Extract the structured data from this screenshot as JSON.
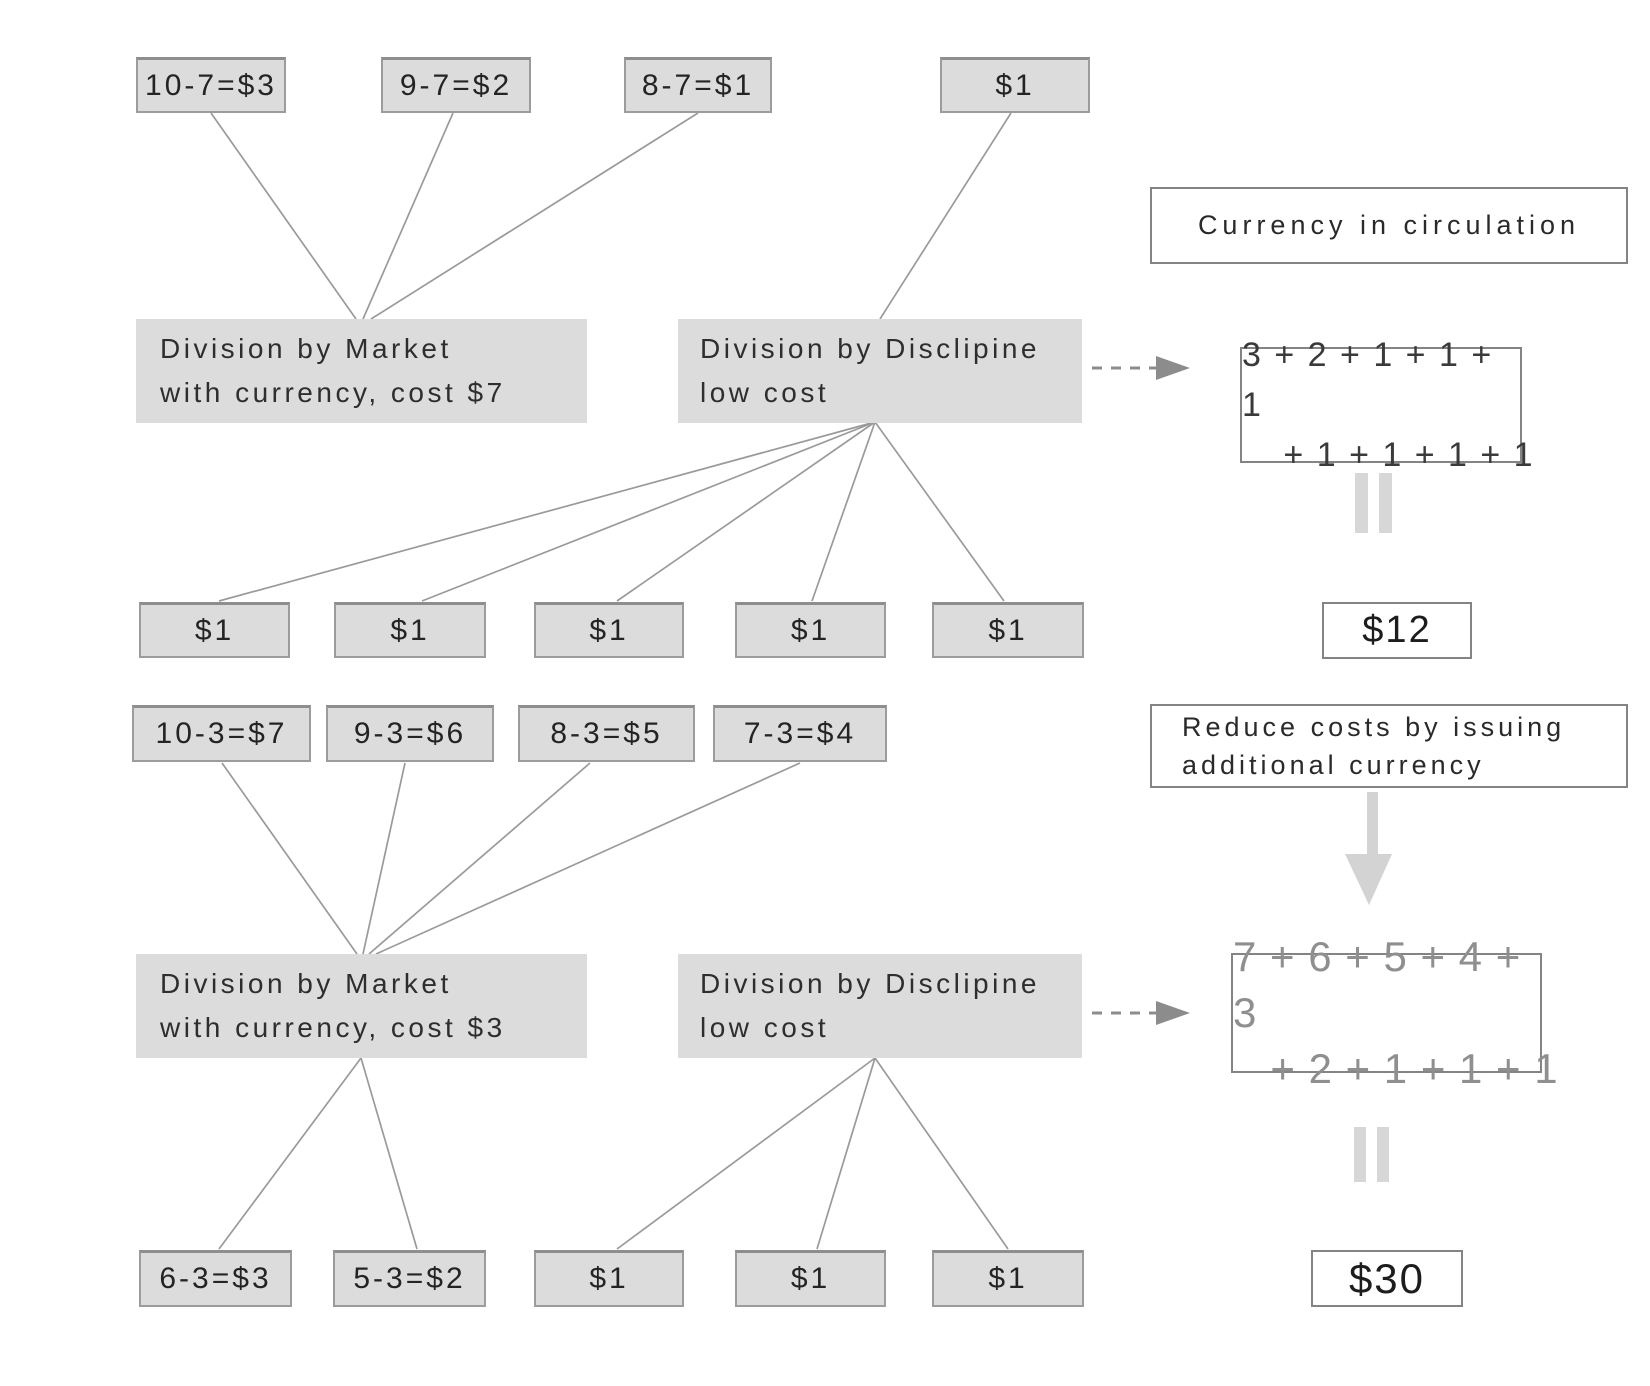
{
  "colors": {
    "node_fill": "#dcdcdc",
    "node_border": "#9c9c9c",
    "connector_gray": "#9a9a9a",
    "dashed_arrow_gray": "#8c8c8c",
    "light_arrow_gray": "#d3d3d3",
    "equation_muted_gray": "#8f8f8f",
    "text_dark": "#262626"
  },
  "top_row": [
    "10-7=$3",
    "9-7=$2",
    "8-7=$1",
    "$1"
  ],
  "division_row1": {
    "market_line1": "Division by Market",
    "market_line2": "with currency, cost $7",
    "discipline_line1": "Division by Disclipine",
    "discipline_line2": "low cost"
  },
  "dollar_row": [
    "$1",
    "$1",
    "$1",
    "$1",
    "$1"
  ],
  "math_row": [
    "10-3=$7",
    "9-3=$6",
    "8-3=$5",
    "7-3=$4"
  ],
  "division_row2": {
    "market_line1": "Division by Market",
    "market_line2": "with currency, cost $3",
    "discipline_line1": "Division by Disclipine",
    "discipline_line2": "low cost"
  },
  "bottom_row": [
    "6-3=$3",
    "5-3=$2",
    "$1",
    "$1",
    "$1"
  ],
  "right_panel": {
    "title": "Currency in circulation",
    "equation1_line1": "3 + 2 + 1 + 1 + 1",
    "equation1_line2": "+ 1 + 1 + 1 + 1",
    "total1": "$12",
    "note_line1": "Reduce costs by issuing",
    "note_line2": "additional currency",
    "equation2_line1": "7 + 6 + 5 + 4 + 3",
    "equation2_line2": "+ 2 + 1 + 1 + 1",
    "total2": "$30"
  }
}
